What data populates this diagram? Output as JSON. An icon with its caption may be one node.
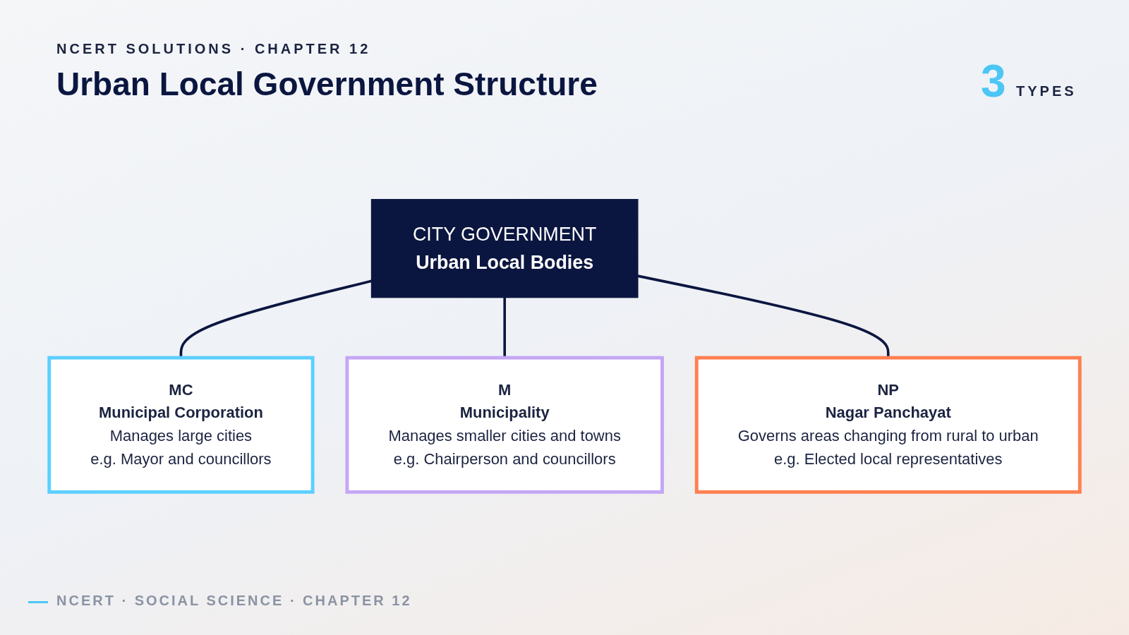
{
  "diagram": {
    "title": "Urban Local Government Structure",
    "nodes": [
      {
        "text": [
          "CITY GOVERNMENT",
          "Urban Local Bodies"
        ]
      },
      {
        "text": [
          "MC",
          "Municipal Corporation",
          "Manages large cities",
          "e.g. Mayor and councillors"
        ]
      },
      {
        "text": [
          "M",
          "Municipality",
          "Manages smaller cities and towns",
          "e.g. Chairperson and councillors"
        ]
      },
      {
        "text": [
          "NP",
          "Nagar Panchayat",
          "Governs areas changing from rural to urban",
          "e.g. Elected local representatives"
        ]
      }
    ],
    "edges": [
      {
        "from": 0,
        "to": 1,
        "arrow": "none"
      },
      {
        "from": 0,
        "to": 2,
        "arrow": "none"
      },
      {
        "from": 0,
        "to": 3,
        "arrow": "none"
      }
    ],
    "labels": [
      "NCERT SOLUTIONS · CHAPTER 12",
      "3",
      "TYPES",
      "NCERT · SOCIAL SCIENCE · CHAPTER 12"
    ]
  }
}
